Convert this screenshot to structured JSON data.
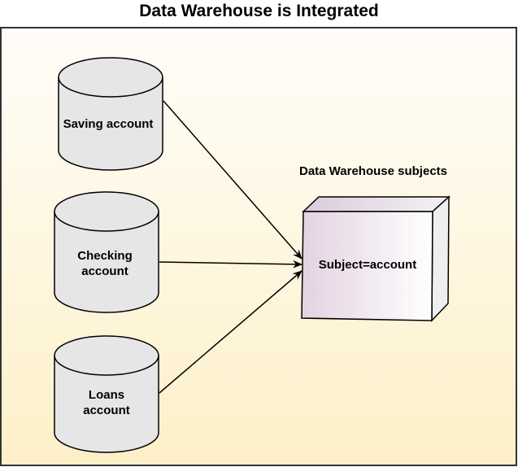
{
  "title": "Data Warehouse is Integrated",
  "sources": [
    {
      "lines": [
        "Saving account"
      ]
    },
    {
      "lines": [
        "Checking",
        "account"
      ]
    },
    {
      "lines": [
        "Loans",
        "account"
      ]
    }
  ],
  "target": {
    "heading": "Data Warehouse subjects",
    "label": "Subject=account"
  },
  "colors": {
    "frame_gradient_top": "#fffdf9",
    "frame_gradient_bottom": "#fdf0c8",
    "cylinder_fill": "#e6e6e6",
    "cube_front_left": "#e4d2e2",
    "cube_front_right": "#ffffff",
    "stroke": "#000000"
  }
}
